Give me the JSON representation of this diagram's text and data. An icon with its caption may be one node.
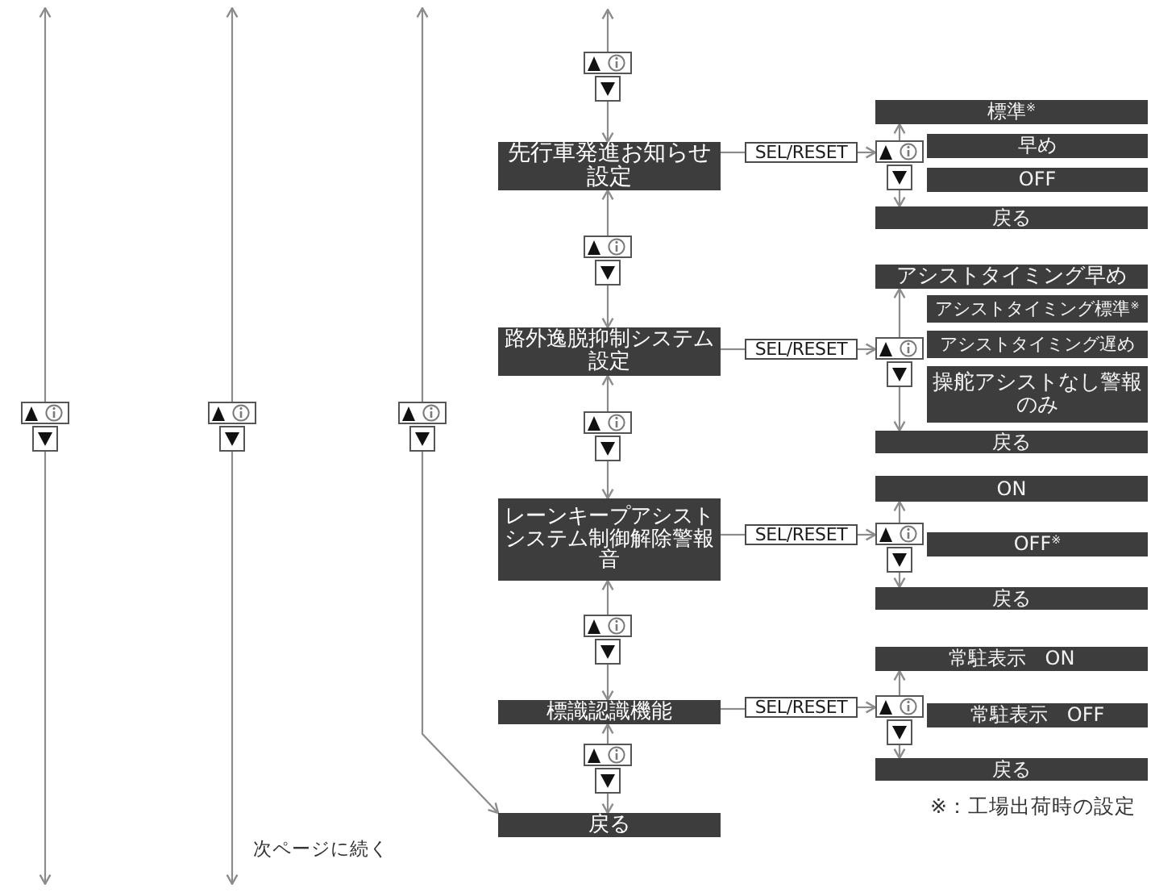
{
  "diagram": {
    "nodes": [
      {
        "text": [],
        "shape": "picture"
      },
      {
        "text": [],
        "shape": "picture"
      },
      {
        "text": [],
        "shape": "picture"
      },
      {
        "text": [],
        "shape": "picture"
      },
      {
        "text": [
          "先行車発進お知らせ設定"
        ]
      },
      {
        "text": [
          "SEL/RESET"
        ]
      },
      {
        "text": [
          "標準$^{※}$"
        ]
      },
      {
        "text": [],
        "shape": "picture"
      },
      {
        "text": [
          "早め"
        ]
      },
      {
        "text": [
          "OFF"
        ]
      },
      {
        "text": [
          "戻る"
        ]
      },
      {
        "text": [],
        "shape": "picture"
      },
      {
        "text": [
          "路外逸脱抑制システム設定"
        ]
      },
      {
        "text": [
          "SEL/RESET"
        ]
      },
      {
        "text": [
          "アシストタイミング早め"
        ]
      },
      {
        "text": [],
        "shape": "picture"
      },
      {
        "text": [
          "アシストタイミング標準$^{※}$"
        ]
      },
      {
        "text": [
          "アシストタイミング遅め"
        ]
      },
      {
        "text": [
          "操舵アシストなし警報のみ"
        ]
      },
      {
        "text": [
          "戻る"
        ]
      },
      {
        "text": [],
        "shape": "picture"
      },
      {
        "text": [
          "レーンキープアシストシステム制御解除警報音"
        ]
      },
      {
        "text": [
          "SEL/RESET"
        ]
      },
      {
        "text": [
          "ON"
        ]
      },
      {
        "text": [],
        "shape": "picture"
      },
      {
        "text": [
          "OFF$^{※}$"
        ]
      },
      {
        "text": [
          "戻る"
        ]
      },
      {
        "text": [],
        "shape": "picture"
      },
      {
        "text": [
          "標識認識機能"
        ]
      },
      {
        "text": [
          "SEL/RESET"
        ]
      },
      {
        "text": [
          "常駐表示　ON"
        ]
      },
      {
        "text": [],
        "shape": "picture"
      },
      {
        "text": [
          "常駐表示　OFF"
        ]
      },
      {
        "text": [
          "戻る"
        ]
      },
      {
        "text": [],
        "shape": "picture"
      },
      {
        "text": [
          "戻る"
        ]
      }
    ],
    "edges": [
      {
        "from": 0,
        "to": null,
        "arrow": "to"
      },
      {
        "from": 0,
        "to": null,
        "arrow": "to"
      },
      {
        "from": 1,
        "to": null,
        "arrow": "to"
      },
      {
        "from": 1,
        "to": null,
        "arrow": "to"
      },
      {
        "from": 2,
        "to": null,
        "arrow": "to"
      },
      {
        "from": 2,
        "to": 35,
        "arrow": "to"
      },
      {
        "from": 3,
        "to": null,
        "arrow": "to"
      },
      {
        "from": 3,
        "to": 4,
        "arrow": "to"
      },
      {
        "from": 4,
        "to": 5,
        "arrow": "none"
      },
      {
        "from": 5,
        "to": 7,
        "arrow": "to"
      },
      {
        "from": 7,
        "to": 6,
        "arrow": "to"
      },
      {
        "from": 7,
        "to": 10,
        "arrow": "to"
      },
      {
        "from": 11,
        "to": 4,
        "arrow": "to"
      },
      {
        "from": 11,
        "to": 12,
        "arrow": "to"
      },
      {
        "from": 12,
        "to": 13,
        "arrow": "none"
      },
      {
        "from": 13,
        "to": 15,
        "arrow": "to"
      },
      {
        "from": 15,
        "to": 14,
        "arrow": "to"
      },
      {
        "from": 15,
        "to": 19,
        "arrow": "to"
      },
      {
        "from": 20,
        "to": 12,
        "arrow": "to"
      },
      {
        "from": 20,
        "to": 21,
        "arrow": "to"
      },
      {
        "from": 21,
        "to": 22,
        "arrow": "none"
      },
      {
        "from": 22,
        "to": 24,
        "arrow": "to"
      },
      {
        "from": 24,
        "to": 23,
        "arrow": "to"
      },
      {
        "from": 24,
        "to": 26,
        "arrow": "to"
      },
      {
        "from": 27,
        "to": 21,
        "arrow": "to"
      },
      {
        "from": 27,
        "to": 28,
        "arrow": "to"
      },
      {
        "from": 28,
        "to": 29,
        "arrow": "none"
      },
      {
        "from": 29,
        "to": 31,
        "arrow": "to"
      },
      {
        "from": 31,
        "to": 30,
        "arrow": "to"
      },
      {
        "from": 31,
        "to": 33,
        "arrow": "to"
      },
      {
        "from": 34,
        "to": 28,
        "arrow": "to"
      },
      {
        "from": 34,
        "to": 35,
        "arrow": "to"
      }
    ],
    "labels": [
      "※：工場出荷時の設定",
      "次ページに続く"
    ]
  }
}
